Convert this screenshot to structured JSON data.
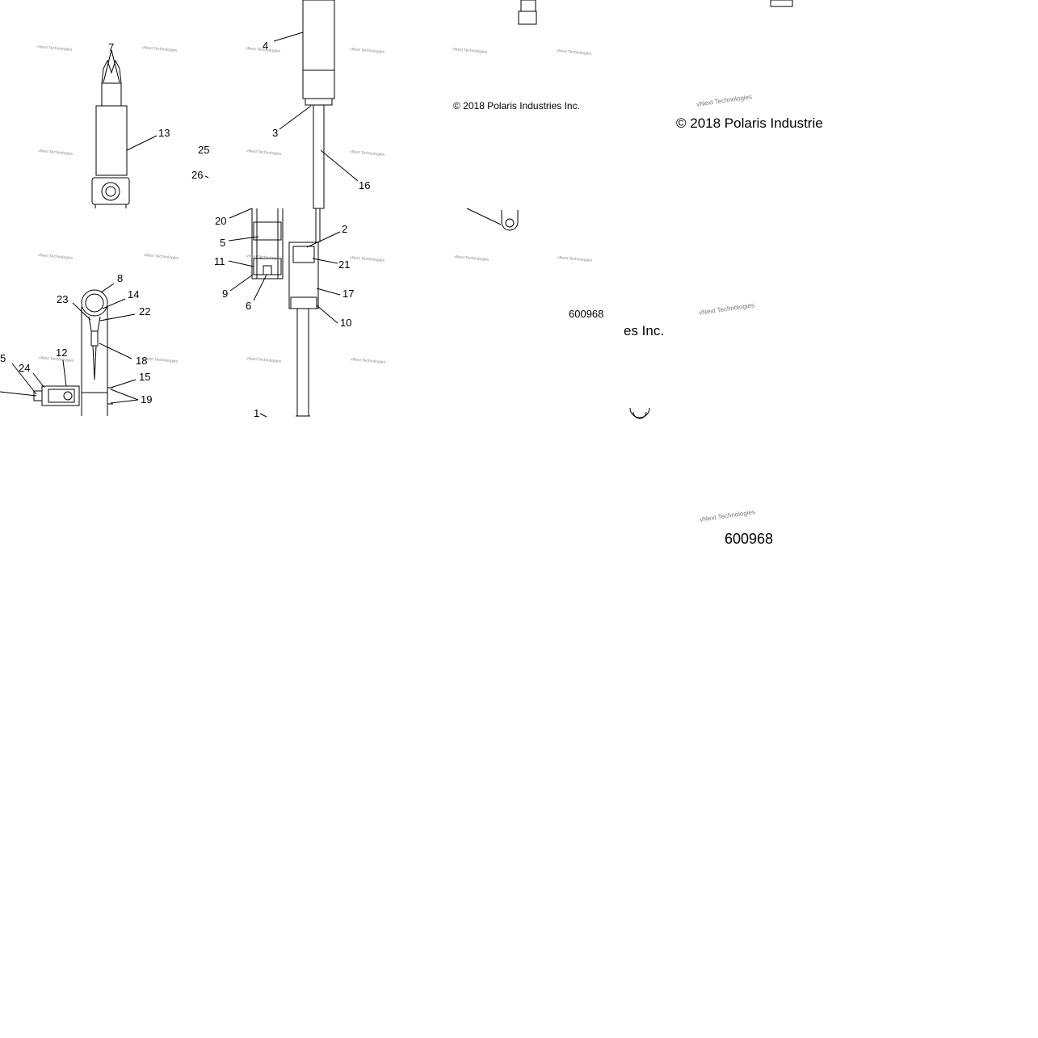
{
  "callouts": {
    "c1": "1",
    "c2": "2",
    "c3": "3",
    "c4": "4",
    "c5": "5",
    "c6": "6",
    "c7": "7",
    "c8": "8",
    "c9": "9",
    "c10": "10",
    "c11": "11",
    "c12": "12",
    "c13": "13",
    "c14": "14",
    "c15": "15",
    "c16": "16",
    "c17": "17",
    "c18": "18",
    "c19": "19",
    "c20": "20",
    "c21": "21",
    "c22": "22",
    "c23": "23",
    "c24": "24",
    "c25": "25",
    "c26": "26",
    "c_edge": "5"
  },
  "copyright": {
    "small": "© 2018 Polaris Industries Inc.",
    "large": "© 2018 Polaris Industrie",
    "fragment": "es Inc."
  },
  "diagram_code": {
    "small": "600968",
    "large": "600968"
  },
  "watermark": {
    "text": "vNext Technologies"
  }
}
